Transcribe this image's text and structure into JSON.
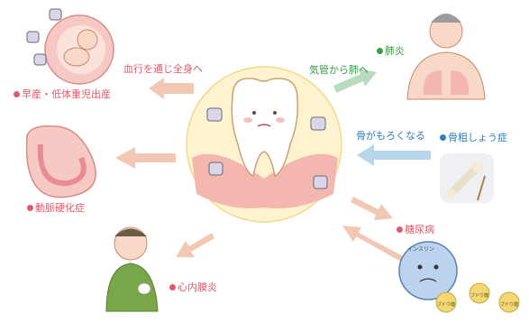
{
  "colors": {
    "red_label": "#e05a6a",
    "green_label": "#3c9a4a",
    "blue_label": "#2f7fc0",
    "arrow_pink": "#f2c7b4",
    "arrow_green": "#b9dcc0",
    "arrow_blue": "#b7d6ea",
    "center_fill": "#fdf3cf",
    "gum": "#f4b7b0"
  },
  "center": {
    "icons": [
      "tooth-icon",
      "bacteria-icon"
    ]
  },
  "arrows": {
    "to_preterm": "血行を通じ全身へ",
    "to_pneumonia": "気管から肺へ",
    "from_osteoporosis": "骨がもろくなる"
  },
  "conditions": {
    "preterm": "早産・低体重児出産",
    "pneumonia": "肺炎",
    "osteoporosis": "骨粗しょう症",
    "arteriosclerosis": "動脈硬化症",
    "diabetes": "糖尿病",
    "endocarditis": "心内膜炎"
  },
  "illustration_text": {
    "insulin": "インスリン",
    "glucose": "ブドウ糖"
  }
}
